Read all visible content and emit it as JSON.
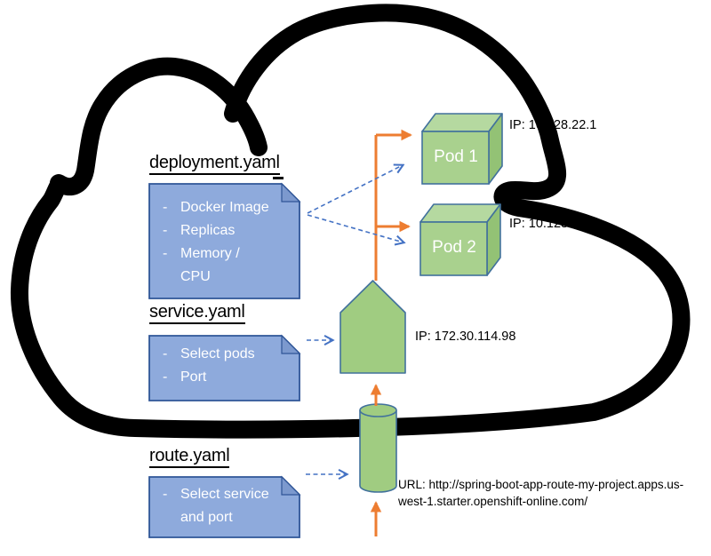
{
  "notes": [
    {
      "heading": "deployment.yaml",
      "lines": [
        {
          "dash": "-",
          "text": "Docker Image"
        },
        {
          "dash": "-",
          "text": "Replicas"
        },
        {
          "dash": "-",
          "text": "Memory /"
        },
        {
          "dash": "",
          "text": "CPU"
        }
      ]
    },
    {
      "heading": "service.yaml",
      "lines": [
        {
          "dash": "-",
          "text": "Select pods"
        },
        {
          "dash": "-",
          "text": "Port"
        }
      ]
    },
    {
      "heading": "route.yaml",
      "lines": [
        {
          "dash": "-",
          "text": "Select service"
        },
        {
          "dash": "",
          "text": "and port"
        }
      ]
    }
  ],
  "pods": [
    {
      "label": "Pod 1",
      "ip": "IP: 10.128.22.1"
    },
    {
      "label": "Pod 2",
      "ip": "IP: 10.128.22.2"
    }
  ],
  "service": {
    "ip": "IP: 172.30.114.98"
  },
  "route": {
    "url_line1": "URL: http://spring-boot-app-route-my-project.apps.us-",
    "url_line2": "west-1.starter.openshift-online.com/"
  },
  "colors": {
    "accent_orange": "#ED7D31",
    "accent_blue_dashed": "#4472C4",
    "note_fill": "#8EAADC",
    "note_fold": "#7C99CE",
    "note_border": "#2F5597",
    "green_fill": "#A9D18E",
    "green_top": "#B5D9A0",
    "green_side": "#93C275",
    "green_alt": "#A0CC81",
    "green_border": "#41719C",
    "cloud_outline": "#000000"
  }
}
